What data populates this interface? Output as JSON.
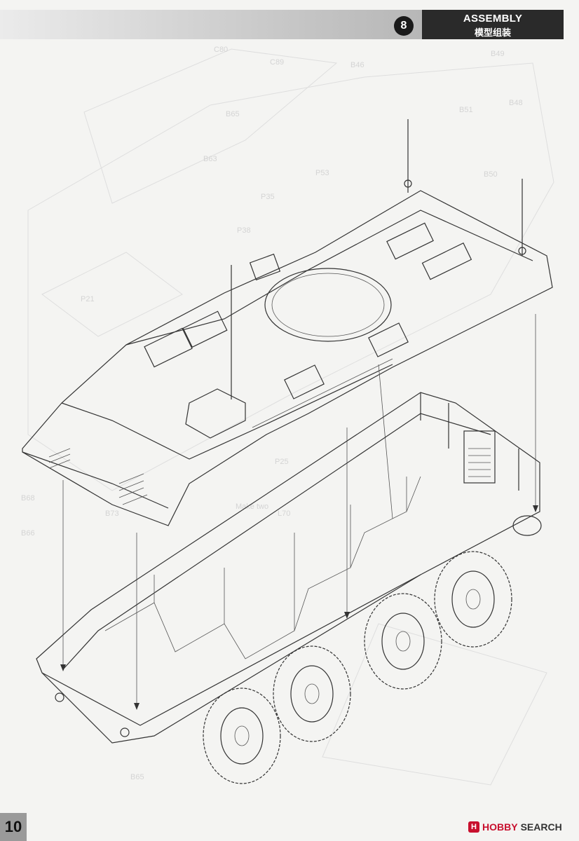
{
  "header": {
    "step_number": "8",
    "title_en": "ASSEMBLY",
    "title_cn": "模型组装"
  },
  "page": {
    "number": "10"
  },
  "watermark": {
    "brand": "HOBBY",
    "rest": "SEARCH"
  },
  "ghost_labels": [
    "C80",
    "C89",
    "B49",
    "B48",
    "B46",
    "B50",
    "B51",
    "B63",
    "B65",
    "P53",
    "P38",
    "P21",
    "P35",
    "P25",
    "Make two",
    "B68",
    "B66",
    "B73",
    "L70",
    "B65"
  ],
  "colors": {
    "header_dark": "#2a2a2a",
    "watermark_red": "#c8102e"
  }
}
